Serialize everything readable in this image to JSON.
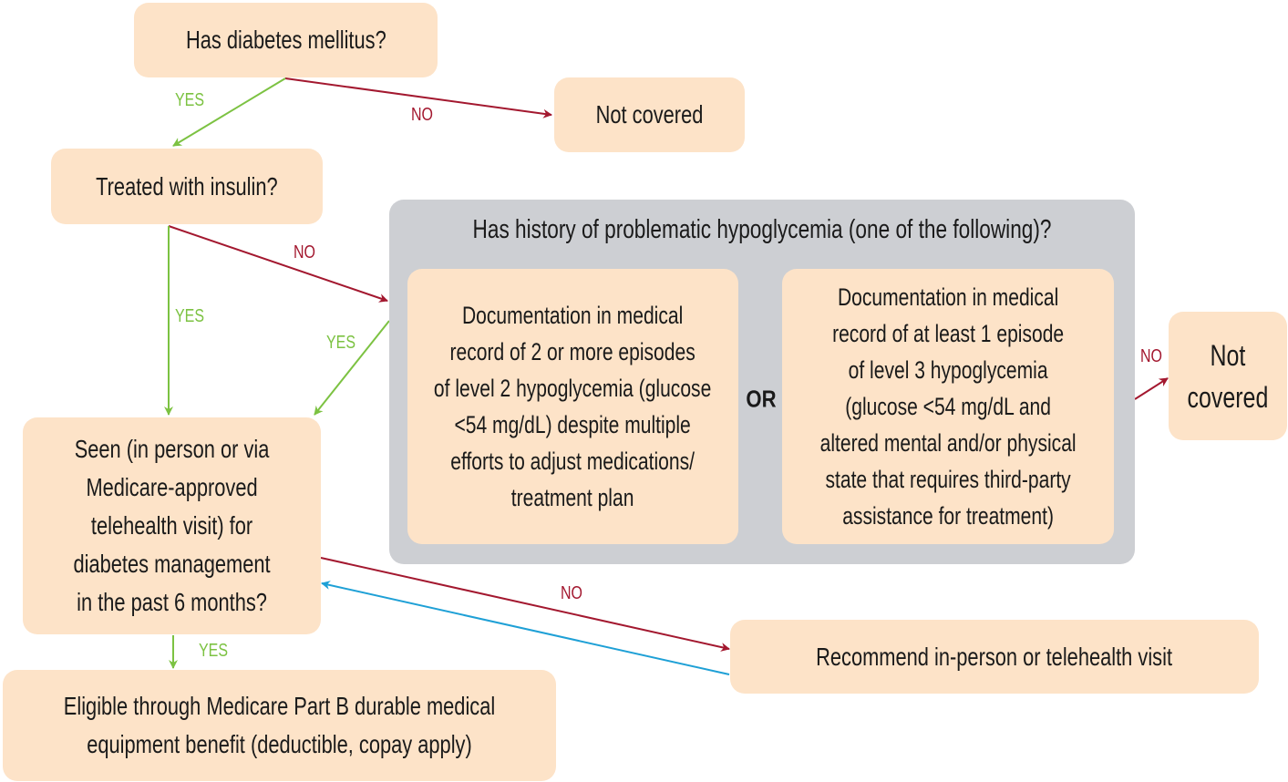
{
  "colors": {
    "box": "#fde3c8",
    "group": "#cdcfd3",
    "no": "#a3182f",
    "yes": "#7cc242",
    "return": "#1ea0d6"
  },
  "nodes": {
    "diabetes": [
      "Has diabetes mellitus?"
    ],
    "not_covered_1": [
      "Not covered"
    ],
    "insulin": [
      "Treated with insulin?"
    ],
    "hypo_title": "Has history of problematic hypoglycemia (one of the following)?",
    "level2": [
      "Documentation in medical",
      "record of 2 or more episodes",
      "of level 2 hypoglycemia (glucose",
      "<54 mg/dL) despite multiple",
      "efforts to adjust medications/",
      "treatment plan"
    ],
    "or": "OR",
    "level3": [
      "Documentation in medical",
      "record of at least 1 episode",
      "of level 3 hypoglycemia",
      "(glucose <54 mg/dL and",
      "altered mental and/or physical",
      "state that requires third-party",
      "assistance for treatment)"
    ],
    "not_covered_2": [
      "Not",
      "covered"
    ],
    "seen": [
      "Seen (in person or via",
      "Medicare-approved",
      "telehealth visit) for",
      "diabetes management",
      "in the past 6 months?"
    ],
    "recommend": [
      "Recommend in-person or telehealth visit"
    ],
    "eligible": [
      "Eligible through Medicare Part B durable medical",
      "equipment benefit (deductible, copay apply)"
    ]
  },
  "edges": {
    "yes": "YES",
    "no": "NO"
  }
}
